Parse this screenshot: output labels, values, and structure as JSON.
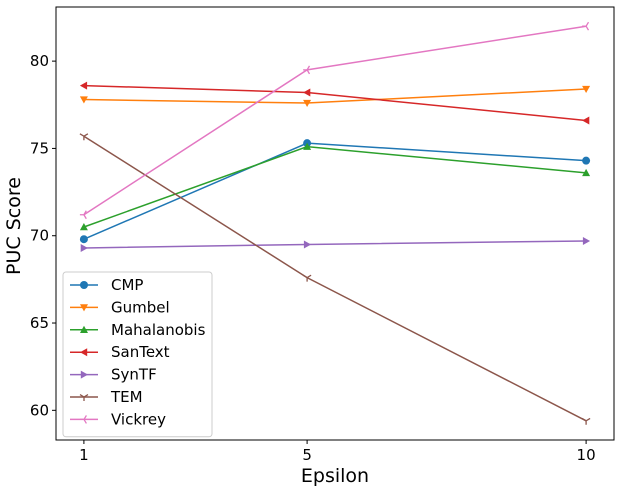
{
  "chart_data": {
    "type": "line",
    "xlabel": "Epsilon",
    "ylabel": "PUC Score",
    "x": [
      1,
      5,
      10
    ],
    "x_tick_labels": [
      "1",
      "5",
      "10"
    ],
    "y_ticks": [
      60,
      65,
      70,
      75,
      80
    ],
    "y_tick_labels": [
      "60",
      "65",
      "70",
      "75",
      "80"
    ],
    "xlim": [
      0.5,
      10.5
    ],
    "ylim": [
      58.3,
      83.1
    ],
    "grid": false,
    "legend_position": "lower-left",
    "series": [
      {
        "name": "CMP",
        "values": [
          69.8,
          75.3,
          74.3
        ],
        "color": "#1f77b4",
        "marker": "circle"
      },
      {
        "name": "Gumbel",
        "values": [
          77.8,
          77.6,
          78.4
        ],
        "color": "#ff7f0e",
        "marker": "triangle-down"
      },
      {
        "name": "Mahalanobis",
        "values": [
          70.5,
          75.1,
          73.6
        ],
        "color": "#2ca02c",
        "marker": "triangle-up"
      },
      {
        "name": "SanText",
        "values": [
          78.6,
          78.2,
          76.6
        ],
        "color": "#d62728",
        "marker": "triangle-left"
      },
      {
        "name": "SynTF",
        "values": [
          69.3,
          69.5,
          69.7
        ],
        "color": "#9467bd",
        "marker": "triangle-right"
      },
      {
        "name": "TEM",
        "values": [
          75.7,
          67.6,
          59.4
        ],
        "color": "#8c564b",
        "marker": "tri-down"
      },
      {
        "name": "Vickrey",
        "values": [
          71.2,
          79.5,
          82.0
        ],
        "color": "#e377c2",
        "marker": "tri-left"
      }
    ]
  }
}
